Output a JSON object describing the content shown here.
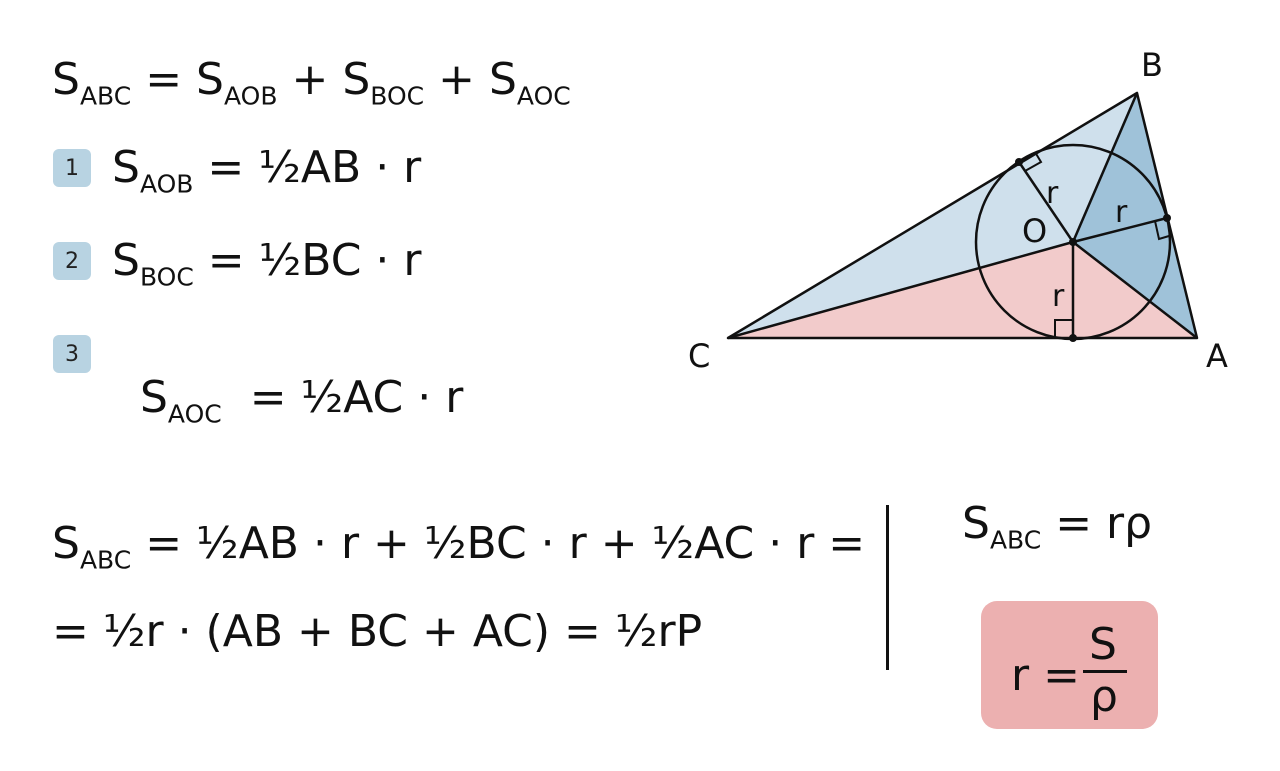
{
  "equations": {
    "sum": {
      "s": "S",
      "sub_abc": "ABC",
      "eq": " = S",
      "sub_aob": "AOB",
      "plus1": " + S",
      "sub_boc": "BOC",
      "plus2": " + S",
      "sub_aoc": "AOC"
    },
    "items": [
      {
        "num": "1",
        "s": "S",
        "sub": "AOB",
        "rhs": " = ½AB · r"
      },
      {
        "num": "2",
        "s": "S",
        "sub": "BOC",
        "rhs": " = ½BC · r"
      },
      {
        "num": "3",
        "s": "S",
        "sub": "AOC",
        "rhs": "  = ½AC · r"
      }
    ],
    "derivation_line1": {
      "s": "S",
      "sub": "ABC",
      "rhs": " = ½AB · r + ½BC · r + ½AC · r ="
    },
    "derivation_line2": "= ½r · (AB + BC + AC) = ½rP",
    "area_formula": {
      "s": "S",
      "sub": "ABC",
      "rhs": " = rρ"
    },
    "radius_formula": {
      "lhs": "r =",
      "numerator": "S",
      "denominator": "ρ"
    }
  },
  "diagram": {
    "labels": {
      "B": "B",
      "C": "C",
      "A": "A",
      "O": "O",
      "r": "r"
    },
    "colors": {
      "blue_light": "#cfe0ec",
      "blue_dark": "#9fc2d9",
      "pink": "#f2cbcb",
      "stroke": "#111111",
      "result_box": "#ecb0b0",
      "badge": "#b8d3e2"
    }
  }
}
